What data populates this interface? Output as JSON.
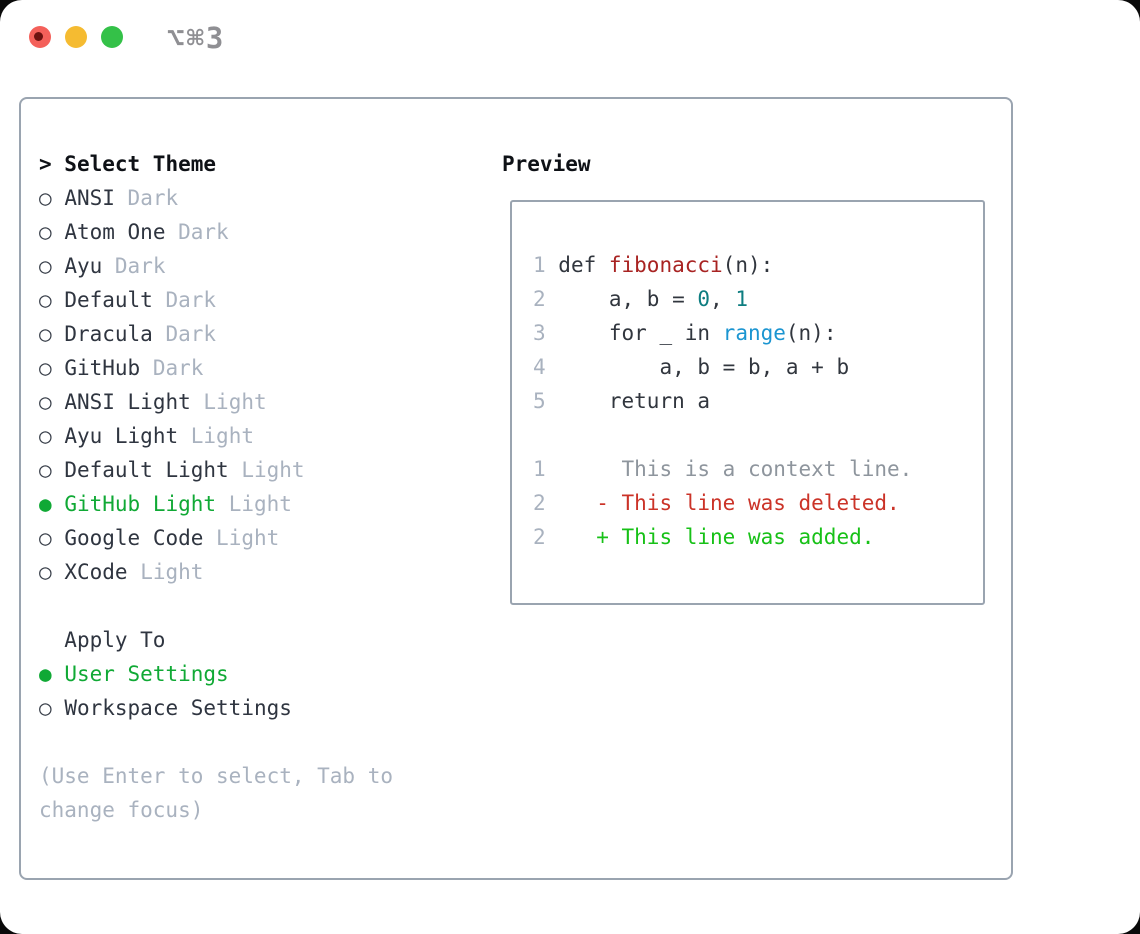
{
  "window": {
    "title": "⌥⌘3"
  },
  "colors": {
    "text": "#2f3540",
    "text_bold": "#0e1116",
    "muted": "#a9b2bf",
    "green_ui": "#10a935",
    "code_default": "#31363e",
    "code_function": "#a82322",
    "code_number": "#0d7d80",
    "code_builtin": "#1b95d1",
    "diff_context": "#8e959d",
    "diff_deleted": "#cb3328",
    "diff_added": "#17c117",
    "border": "#9aa4b0",
    "light_red": "#f4605a",
    "light_yellow": "#f5bb31",
    "light_green": "#34c148"
  },
  "theme_select": {
    "prompt": "> ",
    "title": "Select Theme",
    "marker_selected": "●",
    "marker_unselected": "○",
    "items": [
      {
        "name": "ANSI",
        "variant": "Dark",
        "selected": false
      },
      {
        "name": "Atom One",
        "variant": "Dark",
        "selected": false
      },
      {
        "name": "Ayu",
        "variant": "Dark",
        "selected": false
      },
      {
        "name": "Default",
        "variant": "Dark",
        "selected": false
      },
      {
        "name": "Dracula",
        "variant": "Dark",
        "selected": false
      },
      {
        "name": "GitHub",
        "variant": "Dark",
        "selected": false
      },
      {
        "name": "ANSI Light",
        "variant": "Light",
        "selected": false
      },
      {
        "name": "Ayu Light",
        "variant": "Light",
        "selected": false
      },
      {
        "name": "Default Light",
        "variant": "Light",
        "selected": false
      },
      {
        "name": "GitHub Light",
        "variant": "Light",
        "selected": true
      },
      {
        "name": "Google Code",
        "variant": "Light",
        "selected": false
      },
      {
        "name": "XCode",
        "variant": "Light",
        "selected": false
      }
    ]
  },
  "apply_to": {
    "title": "Apply To",
    "items": [
      {
        "name": "User Settings",
        "selected": true
      },
      {
        "name": "Workspace Settings",
        "selected": false
      }
    ]
  },
  "hint_lines": [
    "(Use Enter to select, Tab to",
    "change focus)"
  ],
  "preview": {
    "title": "Preview",
    "code_lines": [
      {
        "num": "1",
        "segments": [
          {
            "text": "def ",
            "style": "code"
          },
          {
            "text": "fibonacci",
            "style": "func"
          },
          {
            "text": "(n):",
            "style": "code"
          }
        ]
      },
      {
        "num": "2",
        "segments": [
          {
            "text": "    a, b = ",
            "style": "code"
          },
          {
            "text": "0",
            "style": "number"
          },
          {
            "text": ", ",
            "style": "code"
          },
          {
            "text": "1",
            "style": "number"
          }
        ]
      },
      {
        "num": "3",
        "segments": [
          {
            "text": "    for _ in ",
            "style": "code"
          },
          {
            "text": "range",
            "style": "builtin"
          },
          {
            "text": "(n):",
            "style": "code"
          }
        ]
      },
      {
        "num": "4",
        "segments": [
          {
            "text": "        a, b = b, a + b",
            "style": "code"
          }
        ]
      },
      {
        "num": "5",
        "segments": [
          {
            "text": "    return a",
            "style": "code"
          }
        ]
      },
      {
        "num": "",
        "segments": []
      },
      {
        "num": "1",
        "segments": [
          {
            "text": "     This is a context line.",
            "style": "context"
          }
        ]
      },
      {
        "num": "2",
        "segments": [
          {
            "text": "   - This line was deleted.",
            "style": "deleted"
          }
        ]
      },
      {
        "num": "2",
        "segments": [
          {
            "text": "   + This line was added.",
            "style": "added"
          }
        ]
      }
    ]
  }
}
